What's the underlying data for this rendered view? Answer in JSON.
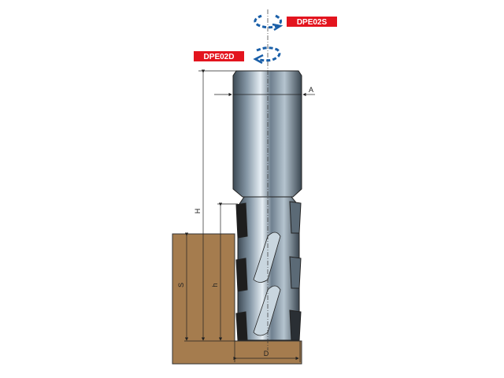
{
  "tags": {
    "right_rotation": "DPE02S",
    "left_rotation": "DPE02D"
  },
  "dimensions": {
    "shank_diameter": "A",
    "overall_length": "H",
    "cutting_length": "h",
    "workpiece_thickness": "S",
    "cutting_diameter": "D"
  },
  "colors": {
    "tag_red": "#e3141e",
    "arrow_blue": "#1a5fa8",
    "wood": "#a57c4e",
    "steel": "#8a9aa8"
  }
}
